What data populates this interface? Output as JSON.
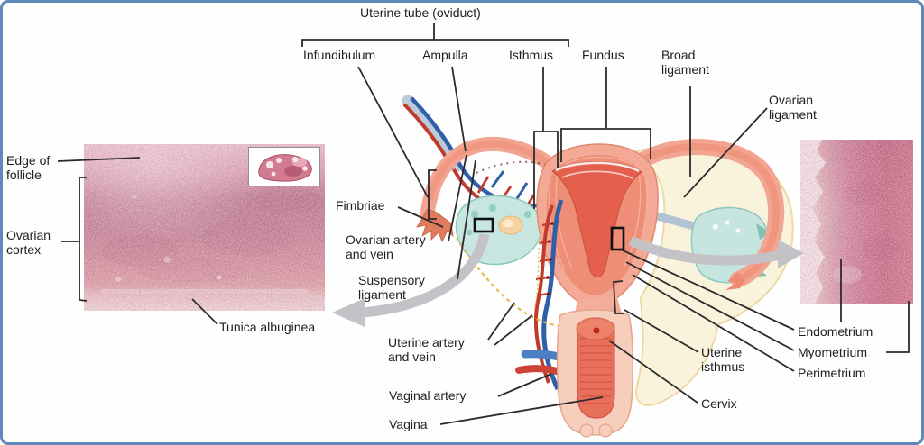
{
  "figure": {
    "type": "anatomical-diagram",
    "subject": "Female reproductive system: uterus, uterine tubes and ovaries with histology micrographs",
    "labels": {
      "title": "Uterine tube (oviduct)",
      "infundibulum": "Infundibulum",
      "ampulla": "Ampulla",
      "isthmus": "Isthmus",
      "fundus": "Fundus",
      "broad_ligament": "Broad ligament",
      "ovarian_ligament": "Ovarian ligament",
      "edge_of_follicle": "Edge of follicle",
      "ovarian_cortex": "Ovarian cortex",
      "fimbriae": "Fimbriae",
      "ovarian_artery_vein": "Ovarian artery and vein",
      "suspensory_ligament": "Suspensory ligament",
      "tunica_albuginea": "Tunica albuginea",
      "uterine_artery_vein": "Uterine artery and vein",
      "vaginal_artery": "Vaginal artery",
      "vagina": "Vagina",
      "endometrium": "Endometrium",
      "myometrium": "Myometrium",
      "perimetrium": "Perimetrium",
      "uterine_isthmus": "Uterine isthmus",
      "cervix": "Cervix"
    },
    "images": {
      "left_histology": "ovarian-cortex-micrograph",
      "left_inset": "whole-ovary-section-thumbnail",
      "right_histology": "uterine-wall-micrograph"
    },
    "colors": {
      "frame_border": "#5e89b8",
      "label_text": "#1e1e1e",
      "leader_line": "#2b2b2b",
      "artery_red": "#c23a2c",
      "vein_blue": "#2f5fa8",
      "tissue_salmon": "#f4a896",
      "tissue_wall": "#ee8c75",
      "tissue_cavity": "#e4604d",
      "ovary_teal": "#c6e5df",
      "follicle_orange": "#f5d2a0",
      "broad_ligament_cream": "#faf3dc",
      "ligament_gray_blue": "#b2c4d4",
      "gray_arrow": "#c3c3c7",
      "dashed_accent": "#e2b94c",
      "histology_rose": "#c4657b"
    }
  }
}
